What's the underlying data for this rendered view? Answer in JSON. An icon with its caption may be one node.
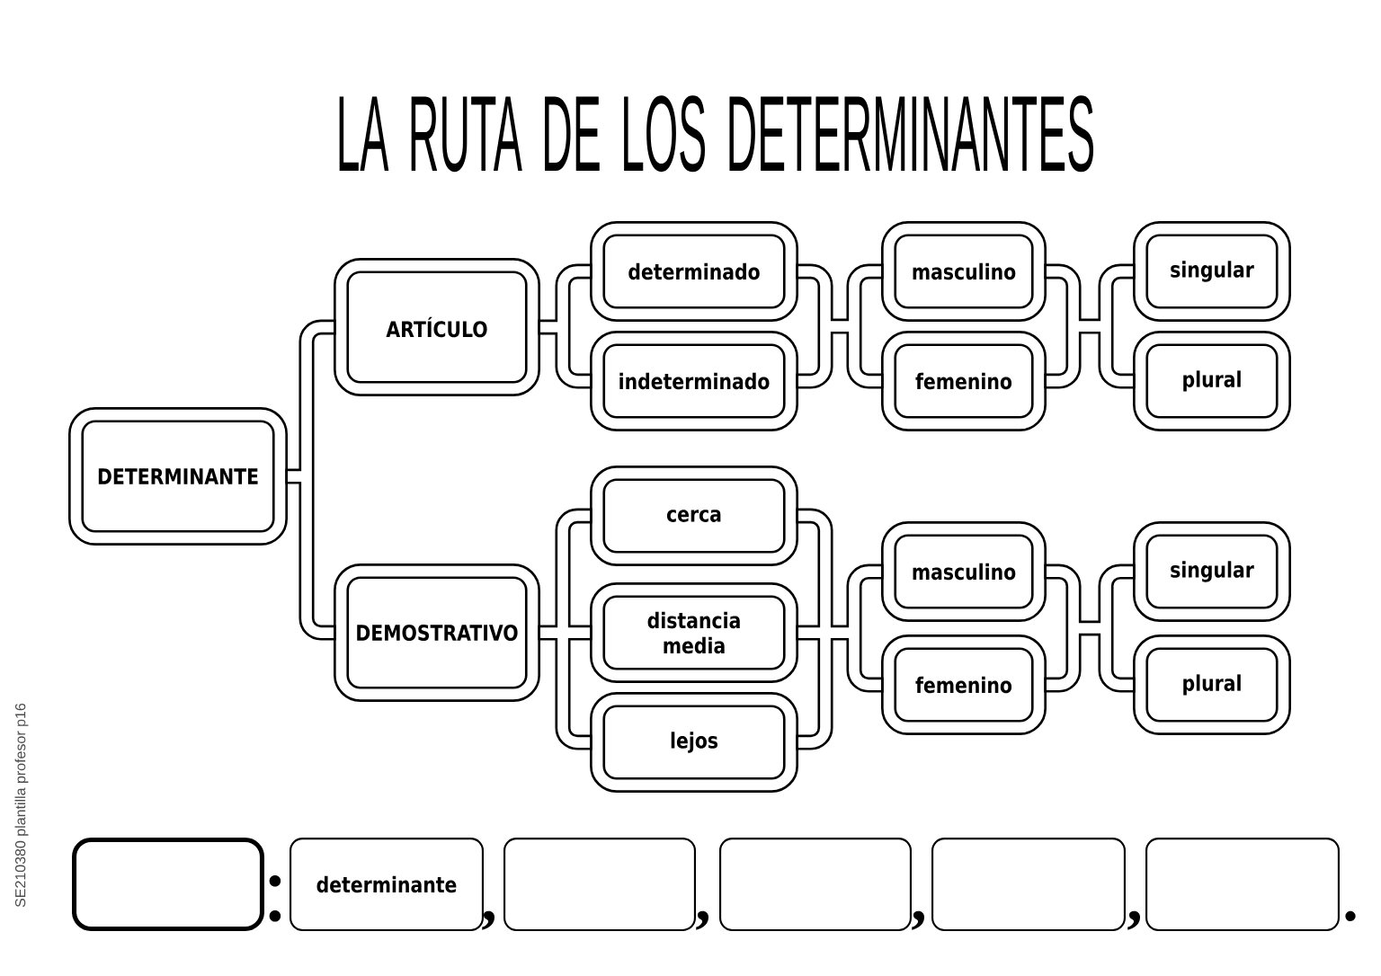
{
  "diagram": {
    "title": "LA RUTA DE LOS DETERMINANTES",
    "nodes": [
      {
        "text": [
          "DETERMINANTE"
        ]
      },
      {
        "text": [
          "ARTÍCULO"
        ]
      },
      {
        "text": [
          "determinado"
        ]
      },
      {
        "text": [
          "indeterminado"
        ]
      },
      {
        "text": [
          "masculino"
        ]
      },
      {
        "text": [
          "femenino"
        ]
      },
      {
        "text": [
          "singular"
        ]
      },
      {
        "text": [
          "plural"
        ]
      },
      {
        "text": [
          "DEMOSTRATIVO"
        ]
      },
      {
        "text": [
          "cerca"
        ]
      },
      {
        "text": [
          "distancia media"
        ]
      },
      {
        "text": [
          "lejos"
        ]
      },
      {
        "text": [
          "masculino"
        ]
      },
      {
        "text": [
          "femenino"
        ]
      },
      {
        "text": [
          "singular"
        ]
      },
      {
        "text": [
          "plural"
        ]
      },
      {
        "text": [],
        "shape": "box"
      },
      {
        "text": [
          "determinante"
        ]
      },
      {
        "text": [],
        "shape": "box"
      },
      {
        "text": [],
        "shape": "box"
      },
      {
        "text": [],
        "shape": "box"
      },
      {
        "text": [],
        "shape": "box"
      }
    ],
    "edges": [
      {
        "from": 0,
        "to": 1,
        "arrow": "none"
      },
      {
        "from": 0,
        "to": 8,
        "arrow": "none"
      },
      {
        "from": 1,
        "to": 2,
        "arrow": "none"
      },
      {
        "from": 1,
        "to": 3,
        "arrow": "none"
      },
      {
        "from": 2,
        "to": 4,
        "arrow": "none"
      },
      {
        "from": 2,
        "to": 5,
        "arrow": "none"
      },
      {
        "from": 3,
        "to": 4,
        "arrow": "none"
      },
      {
        "from": 3,
        "to": 5,
        "arrow": "none"
      },
      {
        "from": 4,
        "to": 6,
        "arrow": "none"
      },
      {
        "from": 4,
        "to": 7,
        "arrow": "none"
      },
      {
        "from": 5,
        "to": 6,
        "arrow": "none"
      },
      {
        "from": 5,
        "to": 7,
        "arrow": "none"
      },
      {
        "from": 8,
        "to": 9,
        "arrow": "none"
      },
      {
        "from": 8,
        "to": 10,
        "arrow": "none"
      },
      {
        "from": 8,
        "to": 11,
        "arrow": "none"
      },
      {
        "from": 9,
        "to": 12,
        "arrow": "none"
      },
      {
        "from": 9,
        "to": 13,
        "arrow": "none"
      },
      {
        "from": 10,
        "to": 12,
        "arrow": "none"
      },
      {
        "from": 10,
        "to": 13,
        "arrow": "none"
      },
      {
        "from": 11,
        "to": 12,
        "arrow": "none"
      },
      {
        "from": 11,
        "to": 13,
        "arrow": "none"
      },
      {
        "from": 12,
        "to": 14,
        "arrow": "none"
      },
      {
        "from": 12,
        "to": 15,
        "arrow": "none"
      },
      {
        "from": 13,
        "to": 14,
        "arrow": "none"
      },
      {
        "from": 13,
        "to": 15,
        "arrow": "none"
      }
    ],
    "labels": [
      "SE210380 plantilla profesor p16",
      ":",
      ",",
      ",",
      ",",
      ",",
      "."
    ]
  }
}
